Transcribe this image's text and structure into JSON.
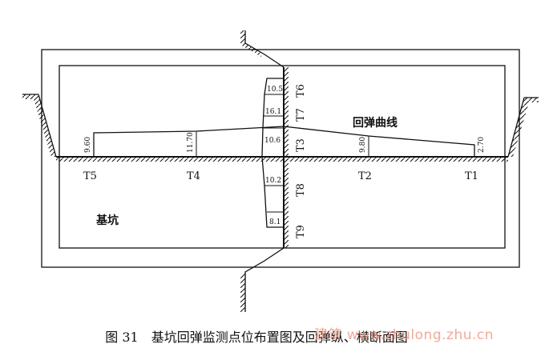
{
  "caption": "图 31　基坑回弹监测点位布置图及回弹纵、横断面图",
  "watermark": "建筑 www.zhulong.zhu.cn",
  "labels": {
    "pit": "基坑",
    "rebound_curve": "回弹曲线"
  },
  "longitudinal_points": [
    {
      "name": "T5",
      "value": "9.60"
    },
    {
      "name": "T4",
      "value": "11.70"
    },
    {
      "name": "T3",
      "value": "10.6"
    },
    {
      "name": "T2",
      "value": "9.80"
    },
    {
      "name": "T1",
      "value": "2.70"
    }
  ],
  "transverse_points": [
    {
      "name": "T6",
      "value": "10.5"
    },
    {
      "name": "T7",
      "value": "16.1"
    },
    {
      "name": "T8",
      "value": "10.2"
    },
    {
      "name": "T9",
      "value": "8.1"
    }
  ]
}
